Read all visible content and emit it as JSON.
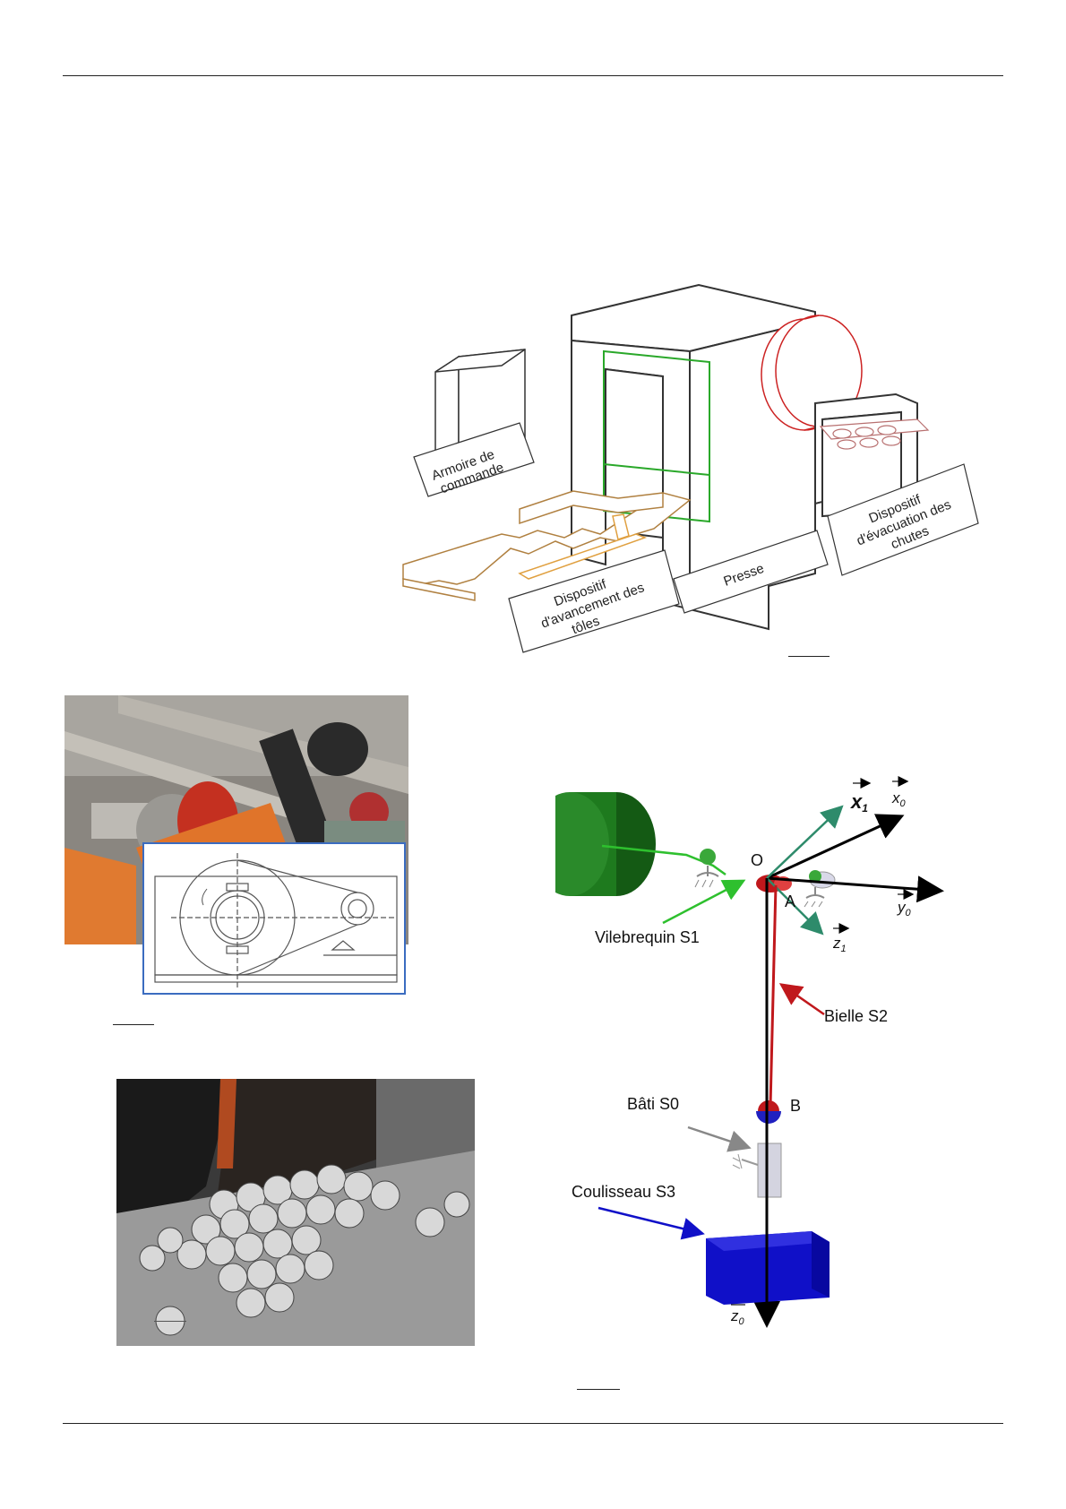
{
  "press": {
    "tags": {
      "armoire": "Armoire de\ncommande",
      "presse": "Presse",
      "evacuation": "Dispositif\nd'évacuation des\nchutes",
      "avancement": "Dispositif\nd'avancement des\ntôles"
    }
  },
  "kinematic": {
    "labels": {
      "x1": "x",
      "x1_sub": "1",
      "x0": "x",
      "x0_sub": "0",
      "y0": "y",
      "y0_sub": "0",
      "z1": "z",
      "z1_sub": "1",
      "z0": "z",
      "z0_sub": "0",
      "O": "O",
      "A": "A",
      "B": "B",
      "vilebrequin": "Vilebrequin  S1",
      "bielle": "Bielle S2",
      "bati": "Bâti S0",
      "coulisseau": "Coulisseau  S3"
    },
    "colors": {
      "vilebrequin": "#1e7a1e",
      "bielle": "#c0181c",
      "coulisseau": "#1010c8",
      "axes": "#000000",
      "frame1": "#2e8b6b"
    }
  },
  "photos": {
    "belt_photo": "belt-drive-photo",
    "scrap_photo": "punched-scrap-photo"
  }
}
